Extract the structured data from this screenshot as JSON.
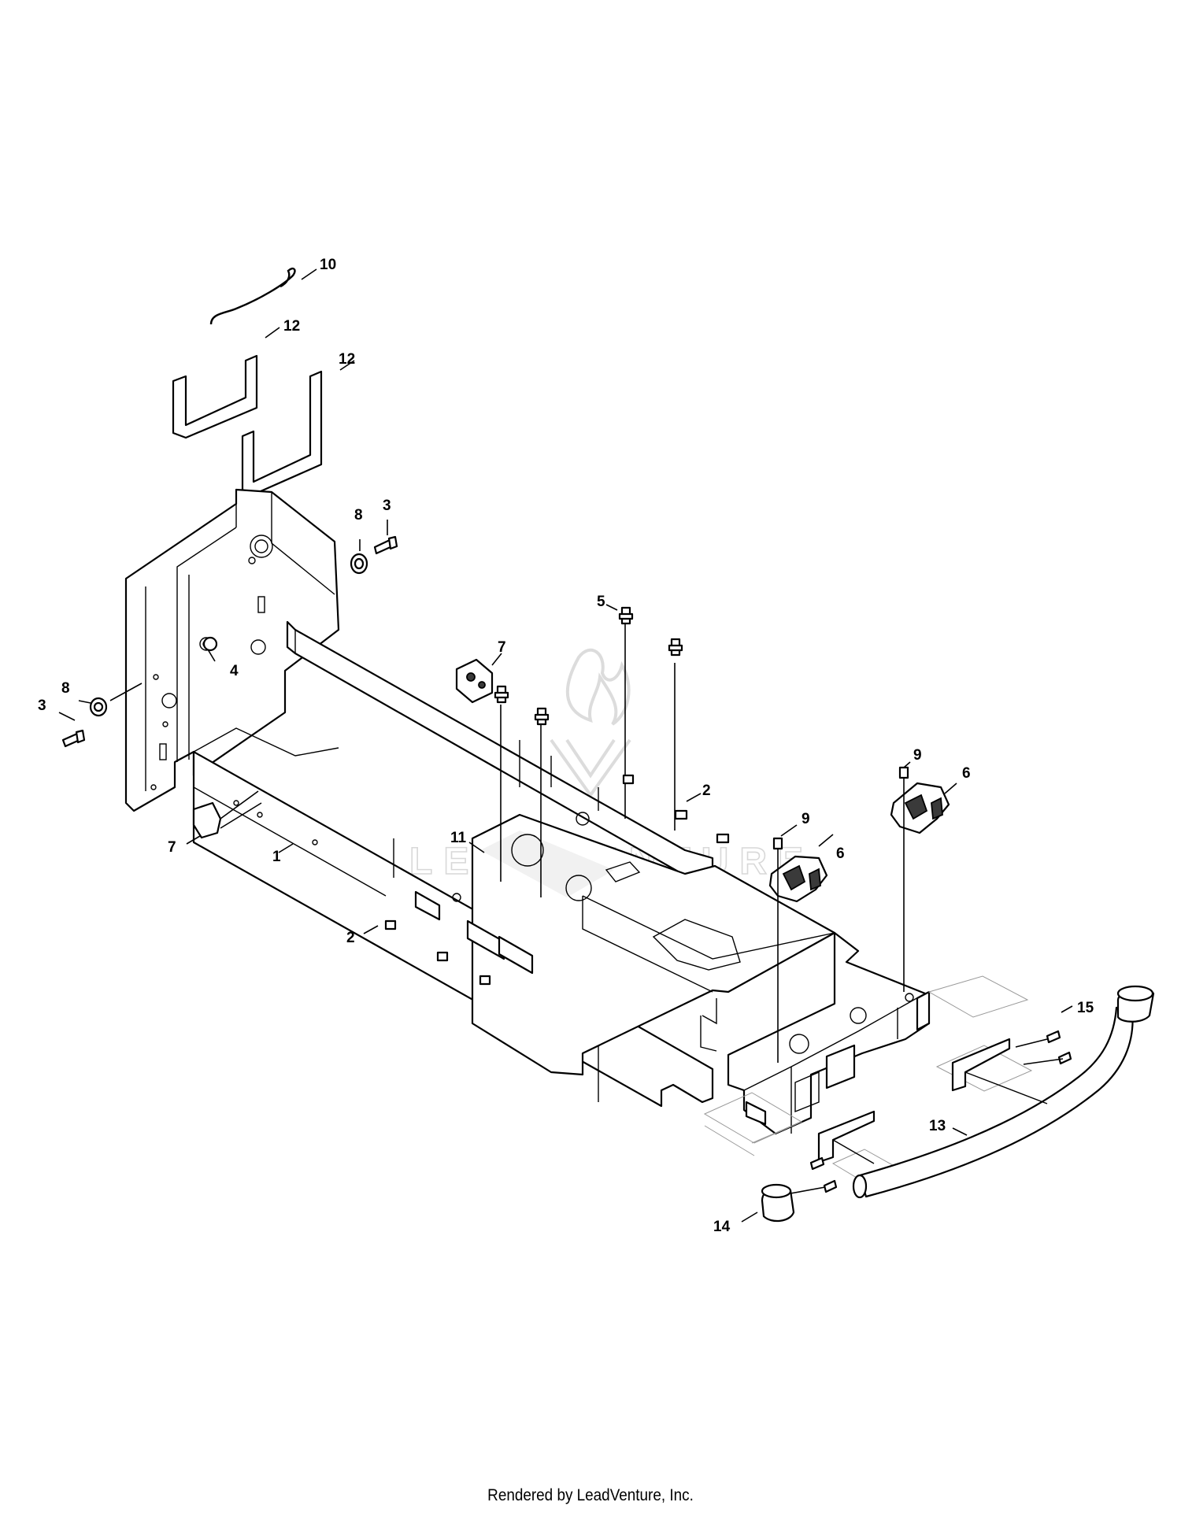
{
  "callouts": {
    "c1": "1",
    "c2a": "2",
    "c2b": "2",
    "c3a": "3",
    "c3b": "3",
    "c4": "4",
    "c5": "5",
    "c6a": "6",
    "c6b": "6",
    "c7a": "7",
    "c7b": "7",
    "c8a": "8",
    "c8b": "8",
    "c9a": "9",
    "c9b": "9",
    "c10": "10",
    "c11": "11",
    "c12a": "12",
    "c12b": "12",
    "c13": "13",
    "c14": "14",
    "c15": "15"
  },
  "watermark": "LEADVENTURE",
  "footer": "Rendered by LeadVenture, Inc."
}
